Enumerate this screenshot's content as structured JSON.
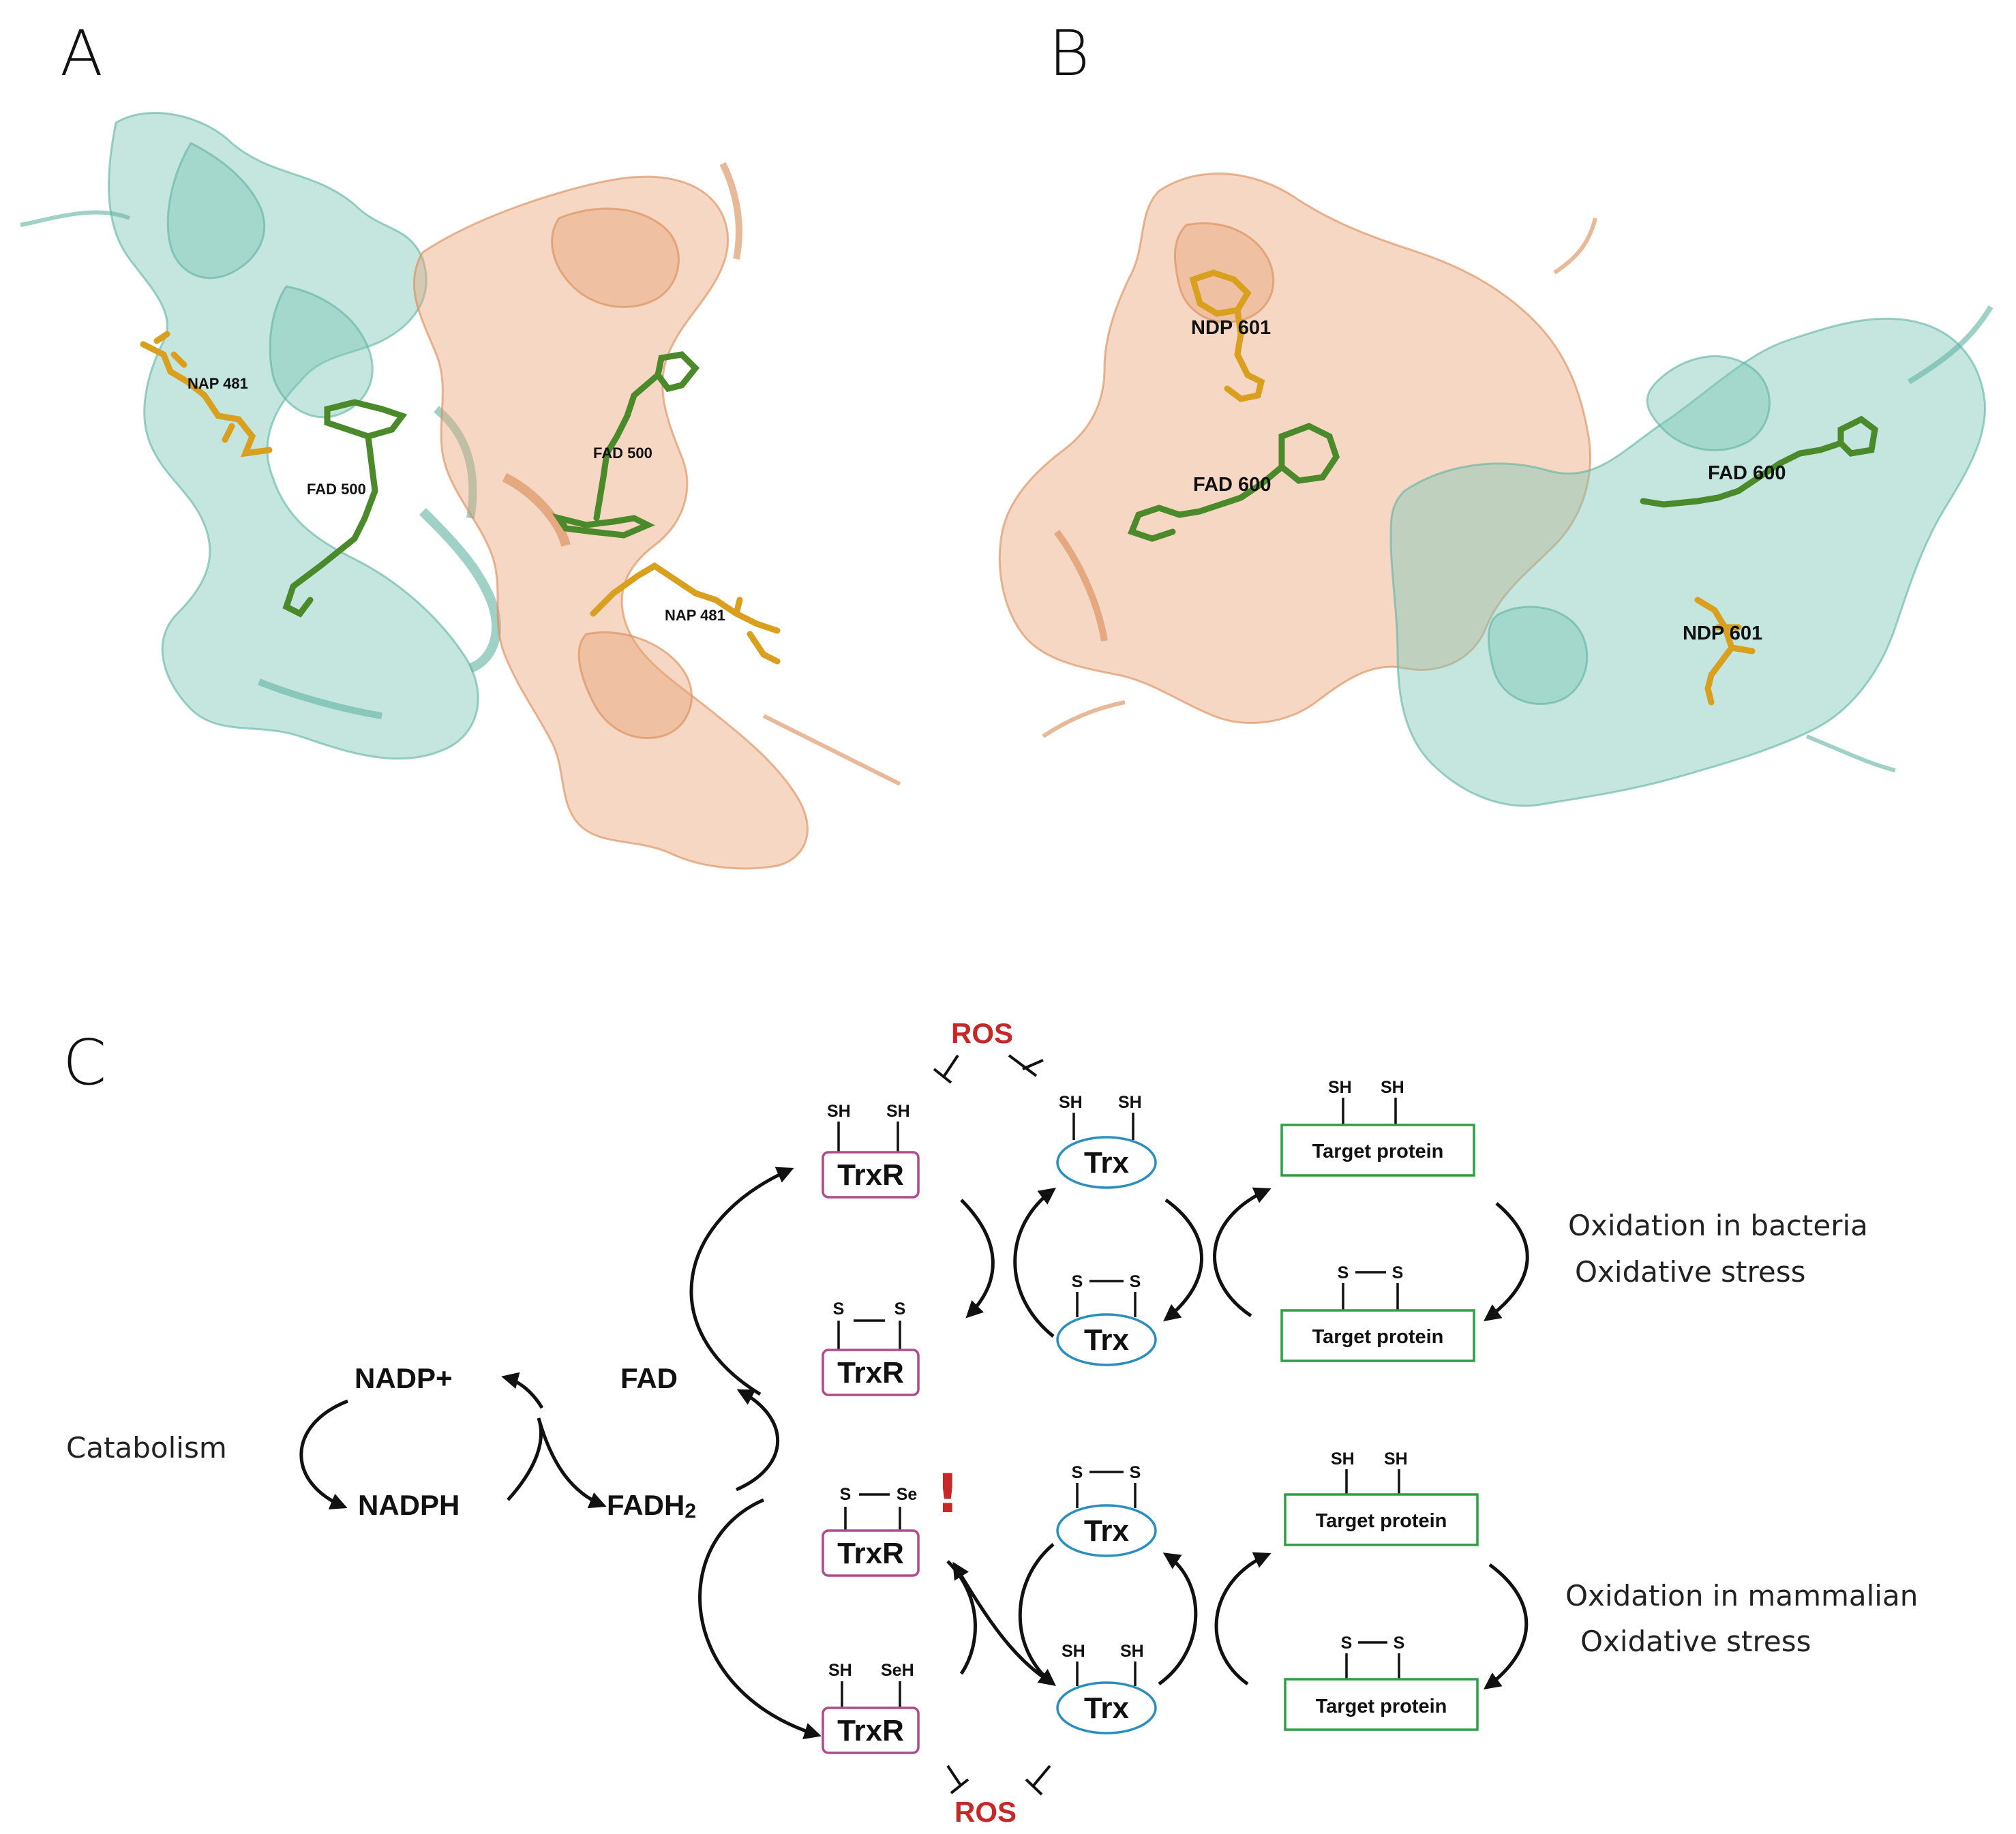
{
  "panels": {
    "a": {
      "letter": "A",
      "ligand_labels": [
        "NAP 481",
        "FAD 500",
        "FAD 500",
        "NAP 481"
      ]
    },
    "b": {
      "letter": "B",
      "ligand_labels": [
        "NDP 601",
        "FAD 600",
        "FAD 600",
        "NDP 601"
      ]
    },
    "c": {
      "letter": "C",
      "catabolism": "Catabolism",
      "nadp_plus": "NADP+",
      "nadph": "NADPH",
      "fad": "FAD",
      "fadh2_base": "FADH",
      "fadh2_sub": "2",
      "ros": "ROS",
      "sh": "SH",
      "seh": "SeH",
      "s": "S",
      "se": "Se",
      "exclamation": "!",
      "trxr": "TrxR",
      "trx": "Trx",
      "target_protein": "Target protein",
      "bacteria_line1": "Oxidation in bacteria",
      "bacteria_line2": "Oxidative stress",
      "mammalian_line1": "Oxidation in mammalian",
      "mammalian_line2": "Oxidative stress"
    }
  },
  "colors": {
    "teal_protein": "#7ec8b8",
    "orange_protein": "#e8a67a",
    "fad_green": "#4a8a2a",
    "nap_gold": "#d9a020",
    "trxr_border": "#b04a8a",
    "trx_border": "#2a8fbf",
    "target_border": "#2ea043",
    "ros_red": "#c62828"
  }
}
